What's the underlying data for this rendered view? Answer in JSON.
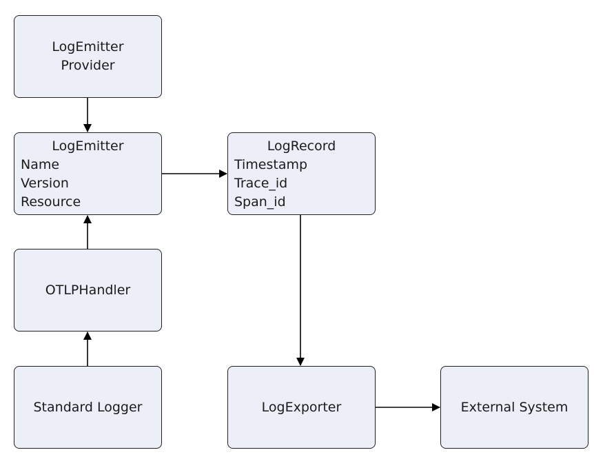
{
  "nodes": {
    "provider": {
      "lines": [
        "LogEmitter",
        "Provider"
      ]
    },
    "emitter": {
      "title": "LogEmitter",
      "fields": [
        "Name",
        "Version",
        "Resource"
      ]
    },
    "record": {
      "title": "LogRecord",
      "fields": [
        "Timestamp",
        "Trace_id",
        "Span_id"
      ]
    },
    "handler": {
      "label": "OTLPHandler"
    },
    "logger": {
      "label": "Standard Logger"
    },
    "exporter": {
      "label": "LogExporter"
    },
    "external": {
      "label": "External System"
    }
  },
  "edges": [
    {
      "from": "provider",
      "to": "emitter"
    },
    {
      "from": "emitter",
      "to": "record"
    },
    {
      "from": "handler",
      "to": "emitter"
    },
    {
      "from": "logger",
      "to": "handler"
    },
    {
      "from": "record",
      "to": "exporter"
    },
    {
      "from": "exporter",
      "to": "external"
    }
  ],
  "colors": {
    "node_fill": "#eceff7",
    "node_border": "#1f1f1f",
    "edge": "#000000"
  }
}
